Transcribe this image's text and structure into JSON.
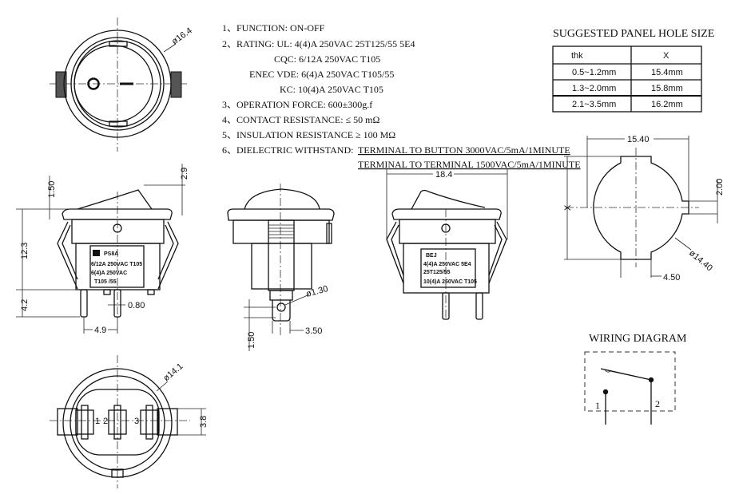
{
  "specs": {
    "function": "1、FUNCTION:  ON-OFF",
    "rating_ul": "2、RATING:    UL:  4(4)A 250VAC 25T125/55   5E4",
    "rating_cqc": "CQC:  6/12A 250VAC T105",
    "rating_enec": "ENEC VDE:  6(4)A 250VAC T105/55",
    "rating_kc": "KC:  10(4)A 250VAC T105",
    "operation_force": "3、OPERATION  FORCE: 600±300g.f",
    "contact_resistance": "4、CONTACT  RESISTANCE: ≤  50  mΩ",
    "insulation_resistance": "5、INSULATION  RESISTANCE  ≥ 100  MΩ",
    "dielectric_label": "6、DIELECTRIC  WITHSTAND:",
    "dielectric_1": "TERMINAL  TO  BUTTON  3000VAC/5mA/1MINUTE",
    "dielectric_2": "TERMINAL  TO  TERMINAL  1500VAC/5mA/1MINUTE"
  },
  "panel_table": {
    "title": "SUGGESTED  PANEL  HOLE  SIZE",
    "headers": [
      "thk",
      "X"
    ],
    "rows": [
      [
        "0.5~1.2mm",
        "15.4mm"
      ],
      [
        "1.3~2.0mm",
        "15.8mm"
      ],
      [
        "2.1~3.5mm",
        "16.2mm"
      ]
    ]
  },
  "top_view": {
    "diameter": "ø16.4"
  },
  "front_view": {
    "dim_height": "12.3",
    "dim_pin": "4.2",
    "dim_bezel": "1.50",
    "dim_rocker": "2.9",
    "dim_pitch": "4.9",
    "dim_pin_width": "0.80",
    "label_brand": "PS8A",
    "label_line1": "6/12A 250VAC T105",
    "label_line2": "6(4)A 250VAC",
    "label_line3": "T105 /55"
  },
  "side_view": {
    "dim_hole": "ø1.30",
    "dim_terminal": "3.50",
    "dim_offset": "1.50"
  },
  "rear_view": {
    "dim_width": "18.4",
    "label_brand": "BEJ",
    "label_line1": "4(4)A  250VAC  5E4",
    "label_line2": "25T125/55",
    "label_line3": "10(4)A  250VAC T105"
  },
  "panel_hole": {
    "dim_width": "15.40",
    "dim_x": "X",
    "dim_notch": "2.00",
    "dim_diameter": "ø14.40",
    "dim_notch_width": "4.50"
  },
  "bottom_view": {
    "diameter": "ø14.1",
    "dim_tab": "3.8",
    "terminals": [
      "1",
      "2",
      "3"
    ]
  },
  "wiring": {
    "title": "WIRING  DIAGRAM",
    "terminals": [
      "1",
      "2"
    ]
  }
}
